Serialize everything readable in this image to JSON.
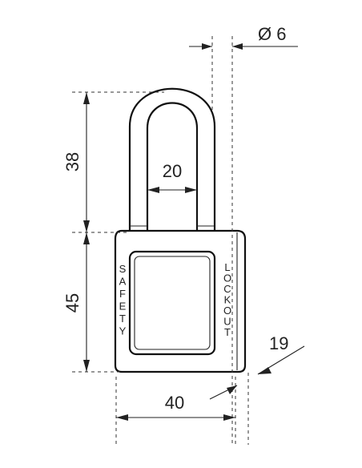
{
  "dimensions": {
    "shackle_diameter": "Ø 6",
    "shackle_height": "38",
    "shackle_width": "20",
    "body_height": "45",
    "body_width": "40",
    "body_depth": "19"
  },
  "body_labels": {
    "left_vertical": "SAFETY",
    "right_vertical": "LOCKOUT"
  }
}
